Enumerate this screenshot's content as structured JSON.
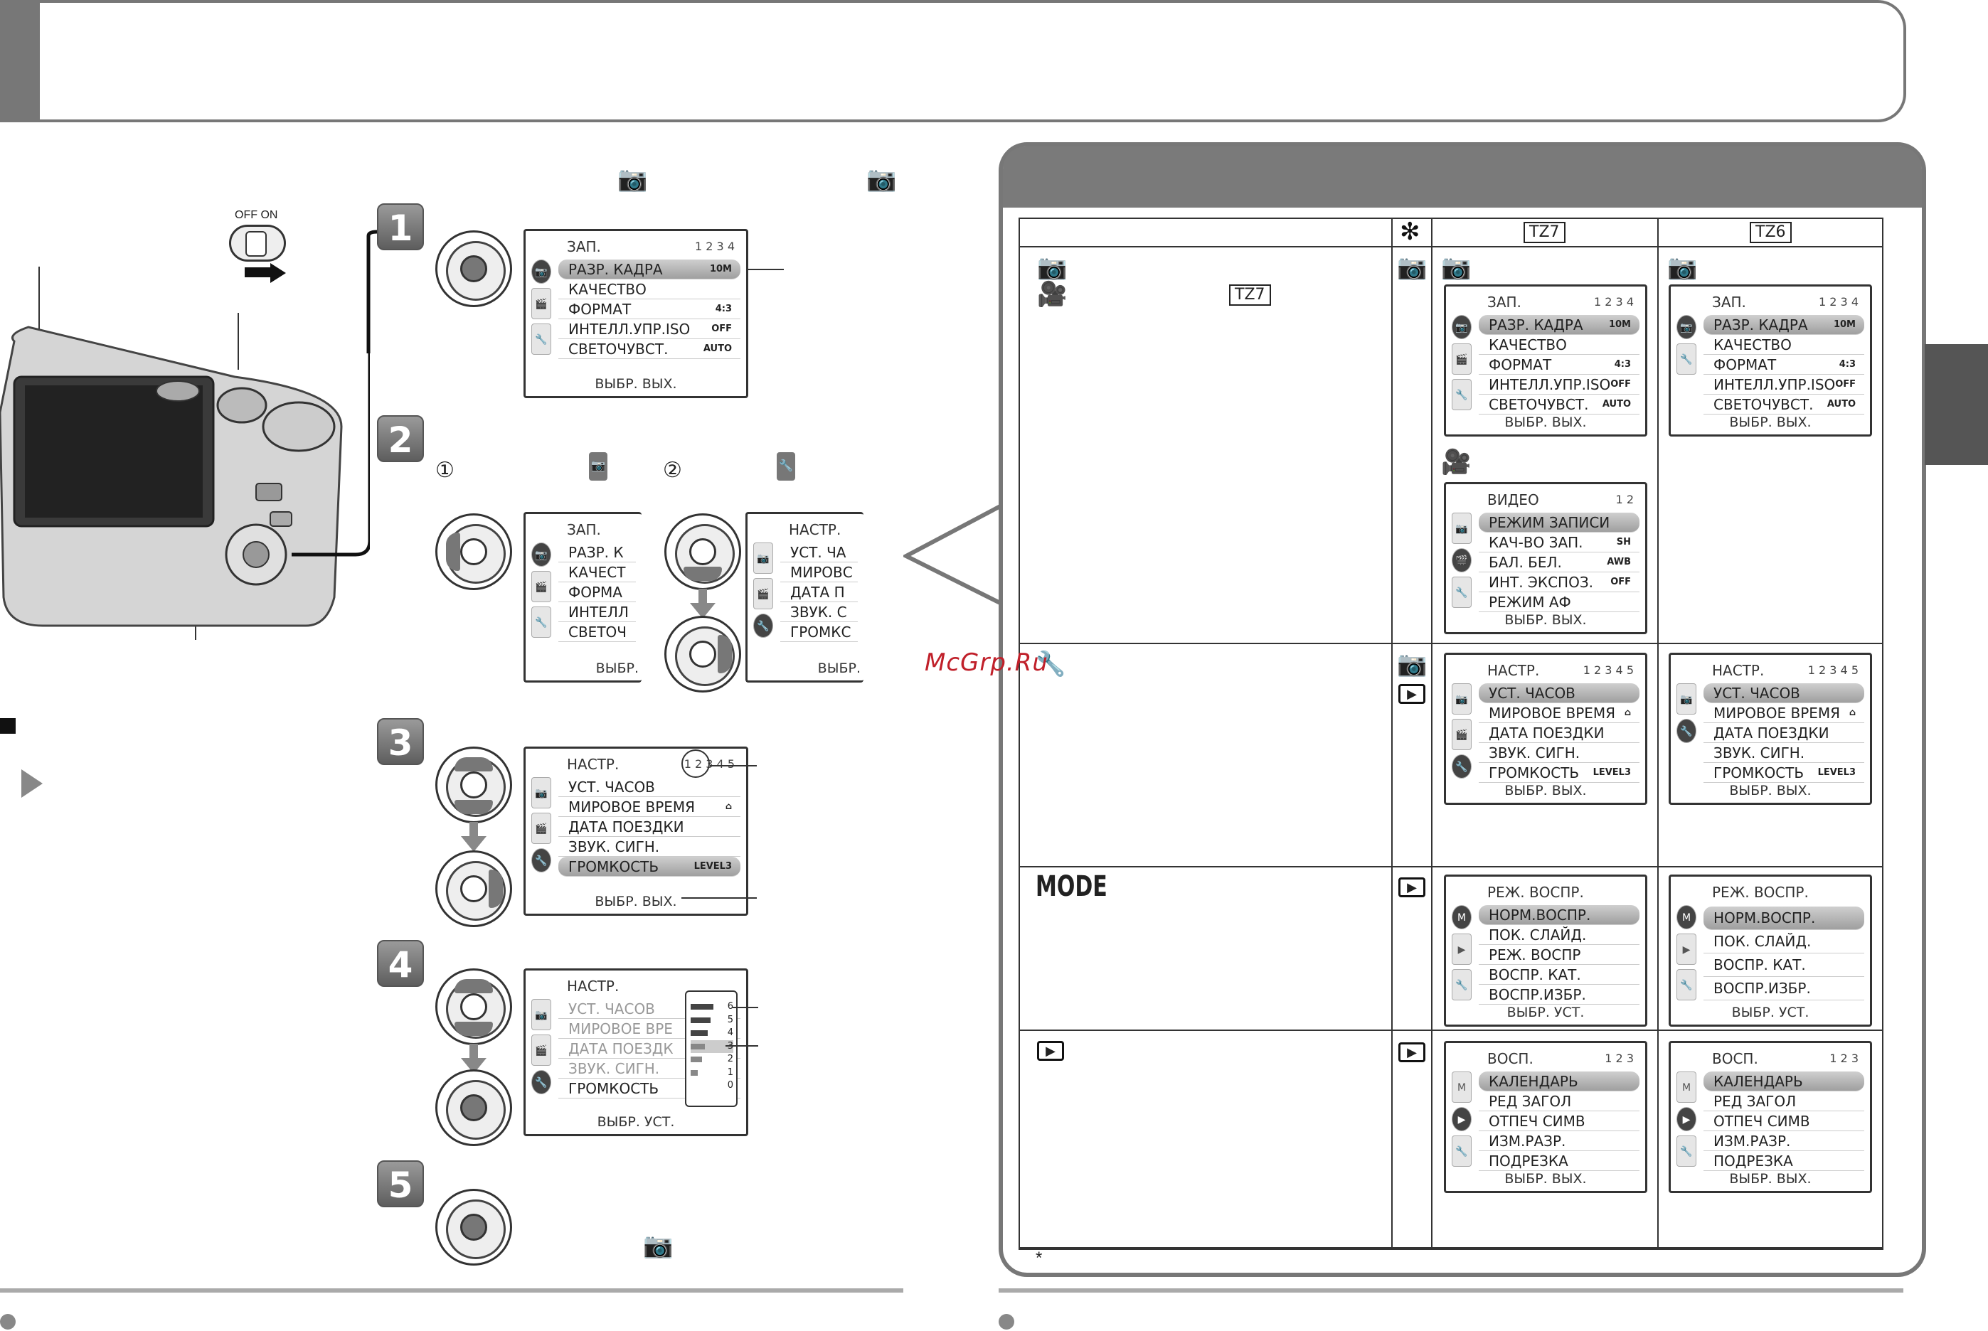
{
  "watermark": "McGrp.Ru",
  "switch_labels": {
    "off": "OFF",
    "on": "ON"
  },
  "steps": [
    "1",
    "2",
    "3",
    "4",
    "5"
  ],
  "step2_marks": {
    "one": "①",
    "two": "②"
  },
  "screens": {
    "rec": {
      "title": "ЗАП.",
      "page": "1 2 3 4",
      "items": [
        {
          "label": "РАЗР. КАДРА",
          "value": "10M"
        },
        {
          "label": "КАЧЕСТВО",
          "value": ""
        },
        {
          "label": "ФОРМАТ",
          "value": "4:3"
        },
        {
          "label": "ИНТЕЛЛ.УПР.ISO",
          "value": "OFF"
        },
        {
          "label": "СВЕТОЧУВСТ.",
          "value": "AUTO"
        }
      ],
      "footer": "ВЫБР.  ВЫХ."
    },
    "rec_cut": {
      "title": "ЗАП.",
      "items": [
        "РАЗР. К",
        "КАЧЕСТ",
        "ФОРМА",
        "ИНТЕЛЛ",
        "СВЕТОЧ"
      ],
      "footer": "ВЫБР."
    },
    "setup_cut": {
      "title": "НАСТР.",
      "items": [
        "УСТ. ЧА",
        "МИРОВС",
        "ДАТА П",
        "ЗВУК. С",
        "ГРОМКС"
      ],
      "footer": "ВЫБР."
    },
    "setup": {
      "title": "НАСТР.",
      "page": "1 2 3 4 5",
      "items": [
        {
          "label": "УСТ. ЧАСОВ",
          "value": ""
        },
        {
          "label": "МИРОВОЕ ВРЕМЯ",
          "value": "⌂"
        },
        {
          "label": "ДАТА ПОЕЗДКИ",
          "value": ""
        },
        {
          "label": "ЗВУК. СИГН.",
          "value": ""
        },
        {
          "label": "ГРОМКОСТЬ",
          "value": "LEVEL3"
        }
      ],
      "footer": "ВЫБР.  ВЫХ."
    },
    "setup_vol": {
      "title": "НАСТР.",
      "items": [
        "УСТ. ЧАСОВ",
        "МИРОВОЕ ВРЕ",
        "ДАТА ПОЕЗДК",
        "ЗВУК. СИГН.",
        "ГРОМКОСТЬ"
      ],
      "levels": [
        "6",
        "5",
        "4",
        "3",
        "2",
        "1",
        "0"
      ],
      "footer": "ВЫБР.  УСТ."
    },
    "video": {
      "title": "ВИДЕО",
      "page": "1 2",
      "items": [
        {
          "label": "РЕЖИМ ЗАПИСИ",
          "value": ""
        },
        {
          "label": "КАЧ-ВО ЗАП.",
          "value": "SH"
        },
        {
          "label": "БАЛ. БЕЛ.",
          "value": "AWB"
        },
        {
          "label": "ИНТ. ЭКСПОЗ.",
          "value": "OFF"
        },
        {
          "label": "РЕЖИМ АФ",
          "value": ""
        }
      ],
      "footer": "ВЫБР.  ВЫХ."
    },
    "playmode": {
      "title": "РЕЖ. ВОСПР.",
      "items_tz7": [
        "НОРМ.ВОСПР.",
        "ПОК. СЛАЙД.",
        "РЕЖ. ВОСПР",
        "ВОСПР. КАТ.",
        "ВОСПР.ИЗБР."
      ],
      "items_tz6": [
        "НОРМ.ВОСПР.",
        "ПОК. СЛАЙД.",
        "ВОСПР. КАТ.",
        "ВОСПР.ИЗБР."
      ],
      "footer": "ВЫБР.  УСТ."
    },
    "play": {
      "title": "ВОСП.",
      "page": "1 2 3",
      "items": [
        "КАЛЕНДАРЬ",
        "РЕД ЗАГОЛ",
        "ОТПЕЧ СИМВ",
        "ИЗМ.РАЗР.",
        "ПОДРЕЗКА"
      ],
      "footer": "ВЫБР.  ВЫХ."
    }
  },
  "table": {
    "col_star": "✻",
    "col_tz7": "TZ7",
    "col_tz6": "TZ6",
    "row1_tag": "TZ7",
    "row3_label": "MODE",
    "footnote": "*"
  },
  "colors": {
    "accent_gray": "#777777",
    "dark": "#333333",
    "watermark": "#c0202a"
  }
}
